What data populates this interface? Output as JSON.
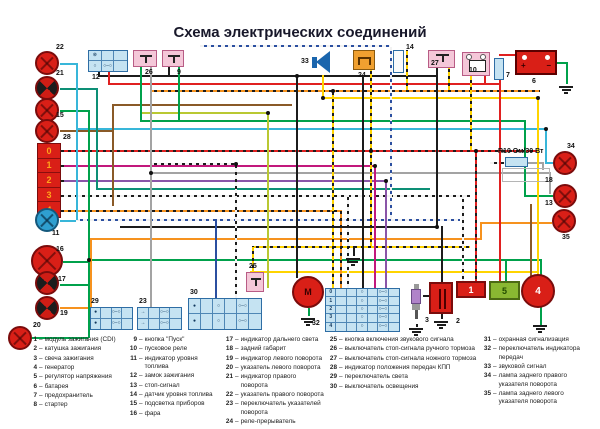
{
  "title": "Схема электрических соединений",
  "labels": {
    "n1": "1",
    "n2": "2",
    "n3": "3",
    "n4": "4",
    "n5": "5",
    "n6": "6",
    "n7": "7",
    "n8": "8",
    "n9": "9",
    "n10": "10",
    "n11": "11",
    "n12": "12",
    "n13": "13",
    "n14": "14",
    "n15": "15",
    "n16": "16",
    "n17": "17",
    "n18": "18",
    "n19": "19",
    "n20": "20",
    "n21": "21",
    "n22": "22",
    "n23": "23",
    "n24": "24",
    "n25": "25",
    "n26": "26",
    "n27": "27",
    "n28": "28",
    "n29": "29",
    "n30": "30",
    "n32": "32",
    "n33": "33",
    "n34": "34",
    "n35": "35",
    "starter_m": "M",
    "resistor": "R10 Ом/30 Вт",
    "battery_plus": "+",
    "battery_minus": "−"
  },
  "block28": {
    "cells": [
      "0",
      "1",
      "2",
      "3",
      "4"
    ]
  },
  "box32": {
    "rows": [
      "0",
      "1",
      "2",
      "3",
      "4"
    ]
  },
  "icons": {
    "lamp_sym": "⊗",
    "contact": "○",
    "pair": "○–○",
    "arrow": "→",
    "dot": "●"
  },
  "colors": {
    "component_red": "#d91f17",
    "panel_blue": "#c5e3f2",
    "pink": "#f4c7d8",
    "relay_orange": "#f0a030",
    "regulator_green": "#8ab832",
    "wire_red": "#e02020"
  },
  "legend": {
    "separator": "–",
    "items": [
      {
        "n": "1",
        "t": "модуль зажигания (CDI)"
      },
      {
        "n": "2",
        "t": "катушка зажигания"
      },
      {
        "n": "3",
        "t": "свеча зажигания"
      },
      {
        "n": "4",
        "t": "генератор"
      },
      {
        "n": "5",
        "t": "регулятор напряжения"
      },
      {
        "n": "6",
        "t": "батарея"
      },
      {
        "n": "7",
        "t": "предохранитель"
      },
      {
        "n": "8",
        "t": "стартер"
      },
      {
        "n": "9",
        "t": "кнопка \"Пуск\""
      },
      {
        "n": "10",
        "t": "пусковое реле"
      },
      {
        "n": "11",
        "t": "индикатор уровня топлива"
      },
      {
        "n": "12",
        "t": "замок зажигания"
      },
      {
        "n": "13",
        "t": "стоп-сигнал"
      },
      {
        "n": "14",
        "t": "датчик уровня топлива"
      },
      {
        "n": "15",
        "t": "подсветка приборов"
      },
      {
        "n": "16",
        "t": "фара"
      },
      {
        "n": "17",
        "t": "индикатор дальнего света"
      },
      {
        "n": "18",
        "t": "задний габарит"
      },
      {
        "n": "19",
        "t": "индикатор левого поворота"
      },
      {
        "n": "20",
        "t": "указатель левого поворота"
      },
      {
        "n": "21",
        "t": "индикатор правого поворота"
      },
      {
        "n": "22",
        "t": "указатель правого поворота"
      },
      {
        "n": "23",
        "t": "переключатель указателей поворота"
      },
      {
        "n": "24",
        "t": "реле-прерыватель"
      },
      {
        "n": "25",
        "t": "кнопка включения звукового сигнала"
      },
      {
        "n": "26",
        "t": "выключатель стоп-сигнала ручного тормоза"
      },
      {
        "n": "27",
        "t": "выключатель стоп-сигнала ножного тормоза"
      },
      {
        "n": "28",
        "t": "индикатор положения передач КПП"
      },
      {
        "n": "29",
        "t": "переключатель света"
      },
      {
        "n": "30",
        "t": "выключатель освещения"
      },
      {
        "n": "31",
        "t": "охранная сигнализация"
      },
      {
        "n": "32",
        "t": "переключатель индикатора передач"
      },
      {
        "n": "33",
        "t": "звуковой сигнал"
      },
      {
        "n": "34",
        "t": "лампа заднего правого указателя поворота"
      },
      {
        "n": "35",
        "t": "лампа заднего левого указателя поворота"
      }
    ]
  }
}
